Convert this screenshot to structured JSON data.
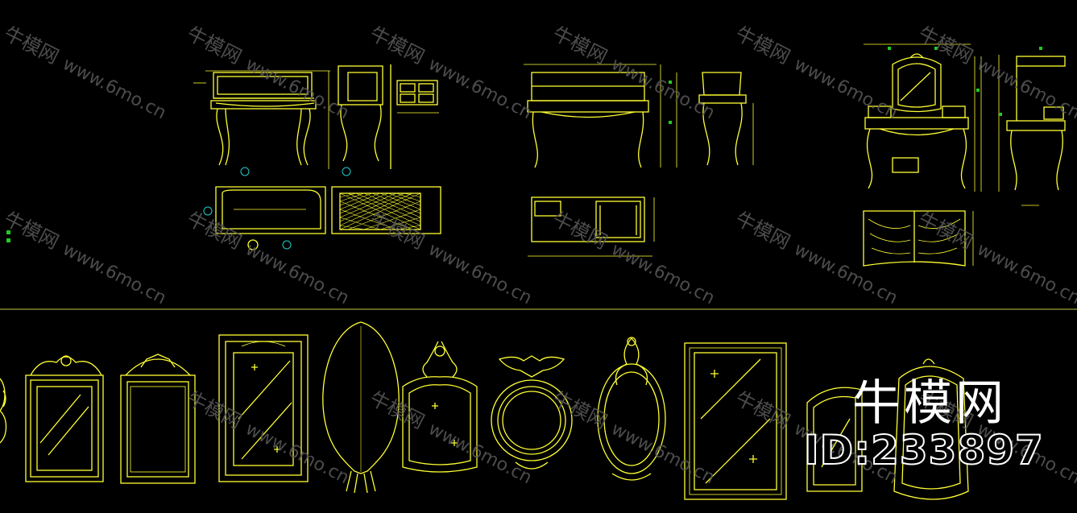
{
  "watermark": {
    "cn": "牛模网",
    "url": "www.6mo.cn"
  },
  "brand": {
    "name": "牛模网",
    "id_label": "ID:233897"
  },
  "colors": {
    "line": "#ffff33",
    "background": "#000000",
    "accent_green": "#22cc22",
    "accent_cyan": "#22cccc",
    "divider": "#c8c84a"
  }
}
